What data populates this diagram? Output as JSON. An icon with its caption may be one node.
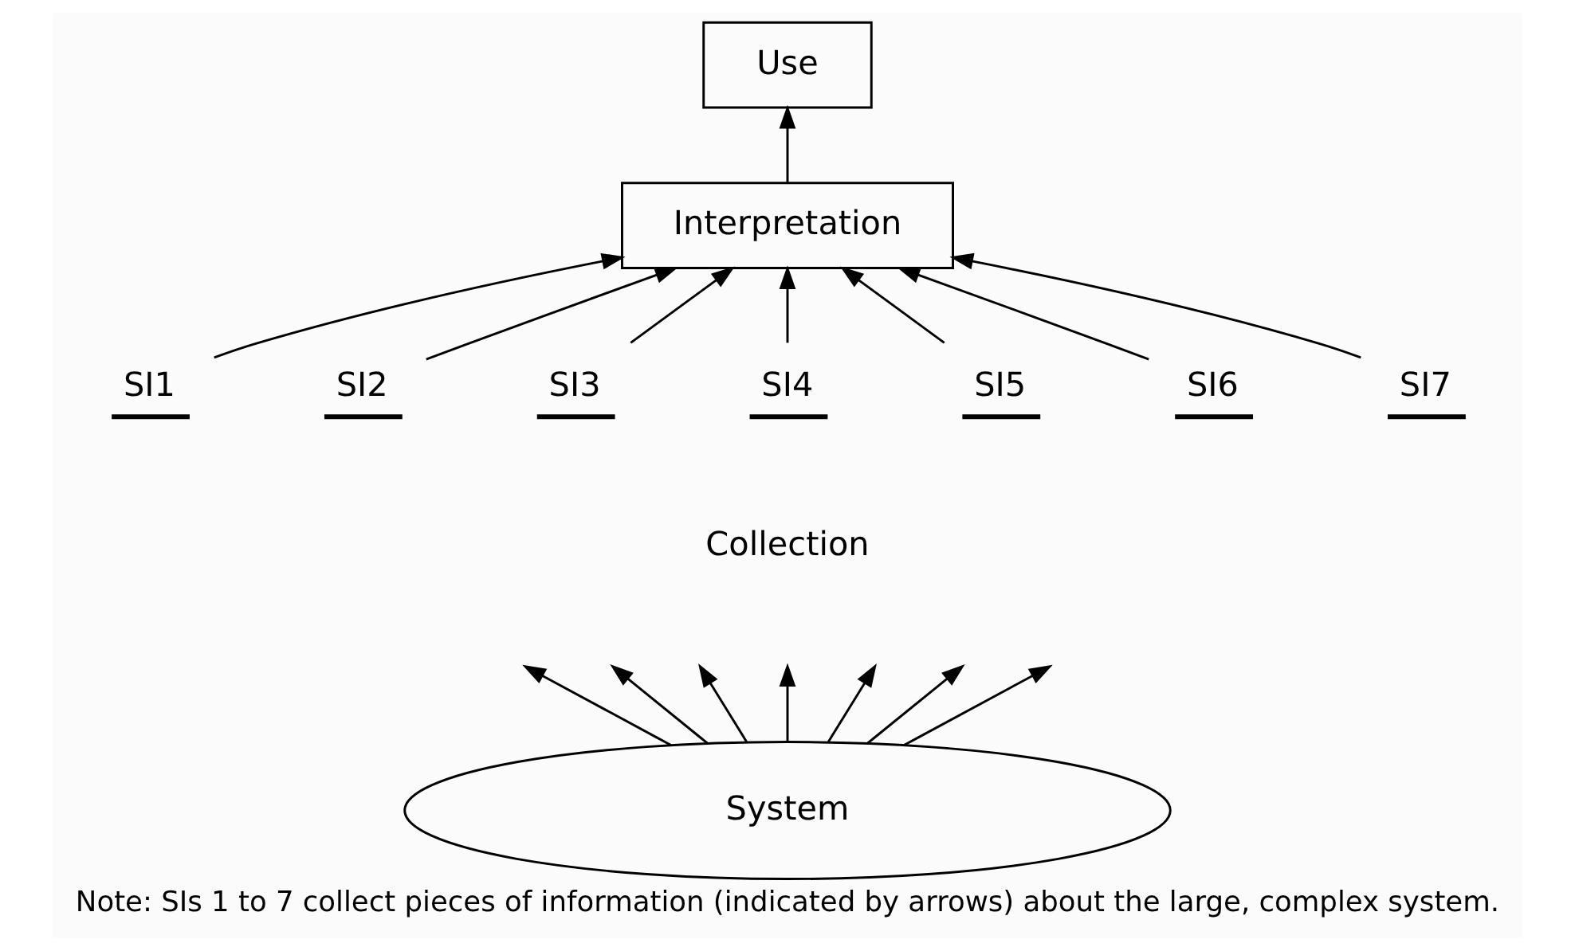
{
  "diagram": {
    "caption": "Note: SIs 1 to 7 collect pieces of information (indicated by arrows) about the large, complex system.",
    "nodes": [
      {
        "text": [
          "Use"
        ]
      },
      {
        "text": [
          "Interpretation"
        ]
      },
      {
        "text": [
          "SI1"
        ]
      },
      {
        "text": [
          "SI2"
        ]
      },
      {
        "text": [
          "SI3"
        ]
      },
      {
        "text": [
          "SI4"
        ]
      },
      {
        "text": [
          "SI5"
        ]
      },
      {
        "text": [
          "SI6"
        ]
      },
      {
        "text": [
          "SI7"
        ]
      },
      {
        "text": [
          "System"
        ]
      }
    ],
    "edges": [
      {
        "from": 1,
        "to": 0,
        "arrow": "to"
      },
      {
        "from": 2,
        "to": 1,
        "arrow": "to"
      },
      {
        "from": 3,
        "to": 1,
        "arrow": "to"
      },
      {
        "from": 4,
        "to": 1,
        "arrow": "to"
      },
      {
        "from": 5,
        "to": 1,
        "arrow": "to"
      },
      {
        "from": 6,
        "to": 1,
        "arrow": "to"
      },
      {
        "from": 7,
        "to": 1,
        "arrow": "to"
      },
      {
        "from": 8,
        "to": 1,
        "arrow": "to"
      },
      {
        "from": 9,
        "to": null,
        "arrow": "to"
      },
      {
        "from": 9,
        "to": null,
        "arrow": "to"
      },
      {
        "from": 9,
        "to": null,
        "arrow": "to"
      },
      {
        "from": 9,
        "to": null,
        "arrow": "to"
      },
      {
        "from": 9,
        "to": null,
        "arrow": "to"
      },
      {
        "from": 9,
        "to": null,
        "arrow": "to"
      },
      {
        "from": 9,
        "to": null,
        "arrow": "to"
      }
    ],
    "labels": [
      "Collection"
    ]
  }
}
